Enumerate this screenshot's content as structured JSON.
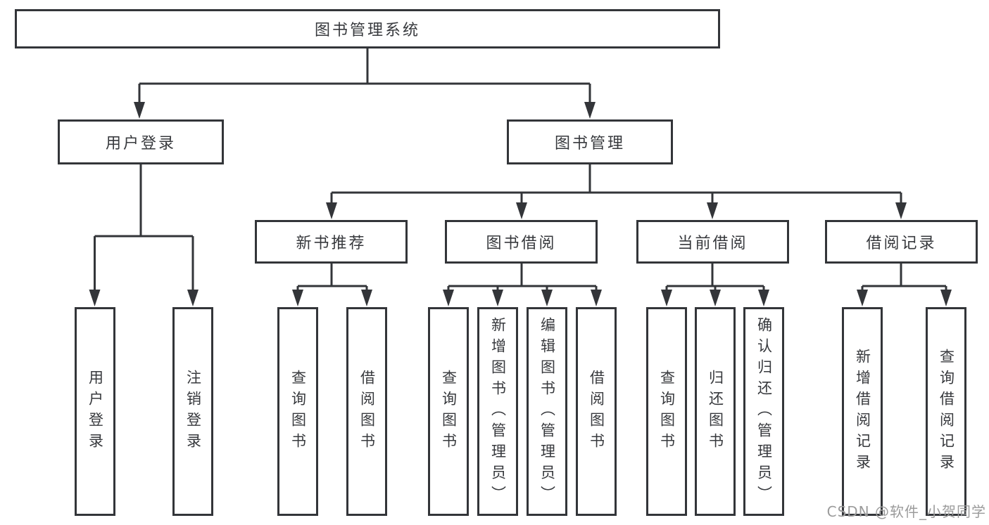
{
  "tree": {
    "root": {
      "label": "图书管理系统"
    },
    "branches": [
      {
        "label": "用户登录",
        "leaves": [
          "用户登录",
          "注销登录"
        ]
      },
      {
        "label": "图书管理",
        "groups": [
          {
            "label": "新书推荐",
            "leaves": [
              "查询图书",
              "借阅图书"
            ]
          },
          {
            "label": "图书借阅",
            "leaves": [
              "查询图书",
              "新增图书（管理员）",
              "编辑图书（管理员）",
              "借阅图书"
            ]
          },
          {
            "label": "当前借阅",
            "leaves": [
              "查询图书",
              "归还图书",
              "确认归还（管理员）"
            ]
          },
          {
            "label": "借阅记录",
            "leaves": [
              "新增借阅记录",
              "查询借阅记录"
            ]
          }
        ]
      }
    ]
  },
  "watermark": "CSDN @软件_小贺同学",
  "colors": {
    "line": "#333539",
    "text": "#37393d",
    "watermark_text": "#9b9b9b",
    "background": "#ffffff"
  }
}
